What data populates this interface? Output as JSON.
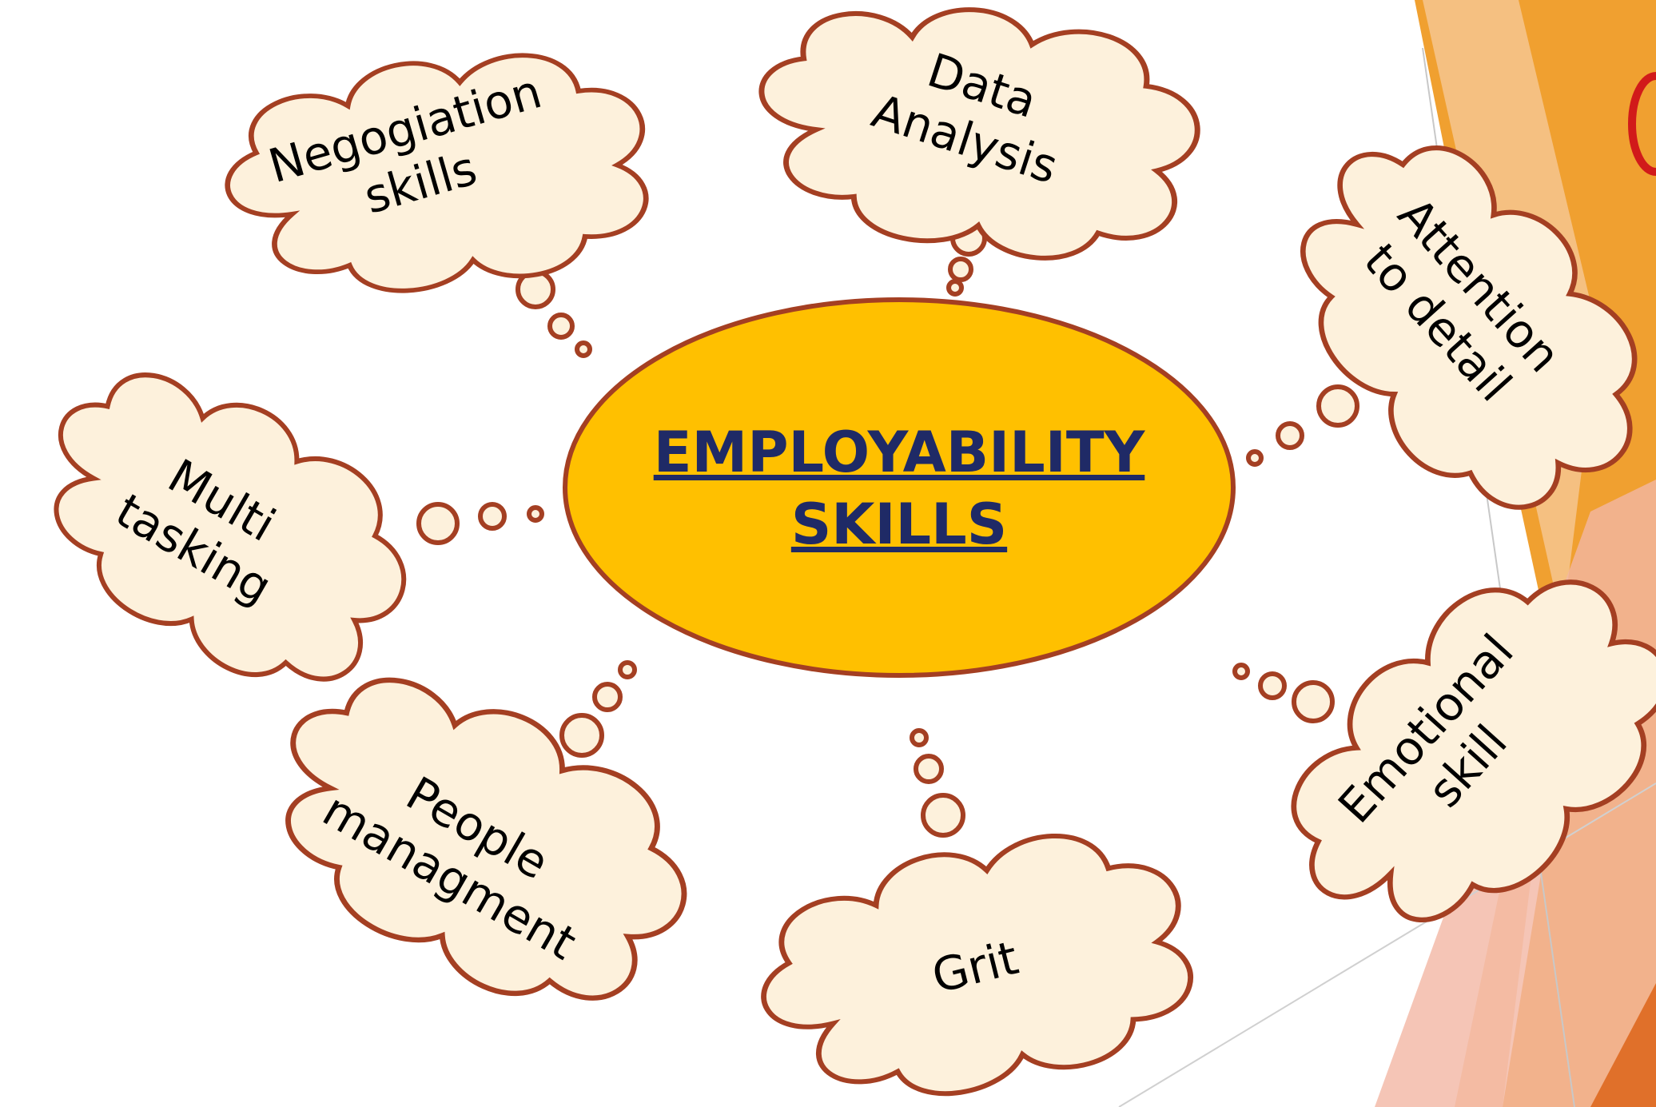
{
  "colors": {
    "background": "#ffffff",
    "cloud_fill": "#fdf1dc",
    "cloud_stroke": "#a43f22",
    "center_fill": "#ffc000",
    "center_stroke": "#a43f22",
    "center_text": "#1f2a66",
    "accent_orange": "#f0a030",
    "accent_light": "#f6c58f",
    "accent_pink": "#f2b6a4",
    "accent_dark": "#e0702a"
  },
  "center": {
    "line1": "EMPLOYABILITY",
    "line2": "SKILLS"
  },
  "skills": {
    "negotiation": {
      "line1": "Negogiation",
      "line2": "skills"
    },
    "data_analysis": {
      "line1": "Data",
      "line2": "Analysis"
    },
    "attention": {
      "line1": "Attention",
      "line2": "to detail"
    },
    "multi_tasking": {
      "line1": "Multi",
      "line2": "tasking"
    },
    "people": {
      "line1": "People",
      "line2": "managment"
    },
    "grit": {
      "line1": "Grit"
    },
    "emotional": {
      "line1": "Emotional",
      "line2": "skill"
    }
  }
}
